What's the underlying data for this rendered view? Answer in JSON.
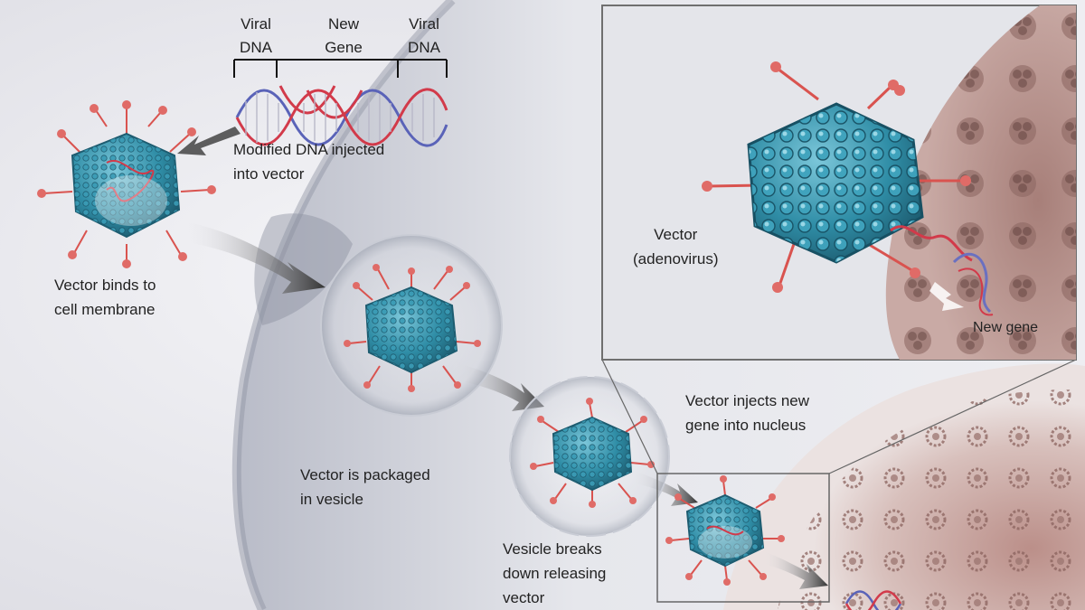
{
  "dna_header": {
    "viral_left": [
      "Viral",
      "DNA"
    ],
    "new_gene": [
      "New",
      "Gene"
    ],
    "viral_right": [
      "Viral",
      "DNA"
    ]
  },
  "labels": {
    "modified_dna": [
      "Modified DNA injected",
      "into vector"
    ],
    "binds": [
      "Vector binds to",
      "cell membrane"
    ],
    "packaged": [
      "Vector is packaged",
      "in vesicle"
    ],
    "vesicle_breaks": [
      "Vesicle breaks",
      "down releasing",
      "vector"
    ],
    "injects": [
      "Vector injects new",
      "gene into nucleus"
    ],
    "vector_adeno": [
      "Vector",
      "(adenovirus)"
    ],
    "new_gene": [
      "New gene"
    ]
  },
  "colors": {
    "capsid": "#2f8da6",
    "spike": "#d9534f",
    "dna_blue": "#5a63b8",
    "dna_red": "#d23a4a",
    "nucleus": "#c29a94",
    "arrow": "#3a3a3a"
  }
}
